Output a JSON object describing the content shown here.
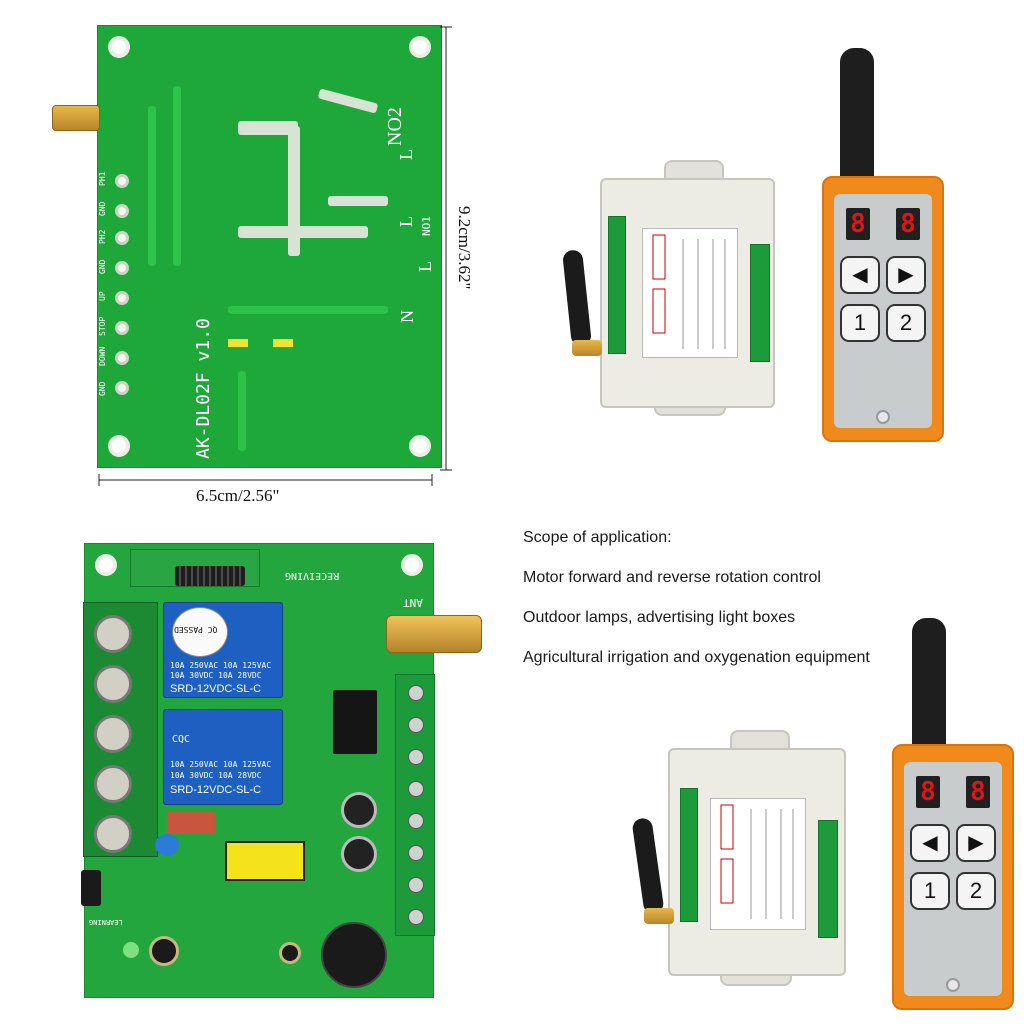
{
  "top_board": {
    "model": "AK-DL02F v1.0",
    "relay_labels": [
      "NO2",
      "NO1"
    ],
    "side_labels": [
      "L",
      "L",
      "L",
      "N"
    ],
    "pin_labels": [
      "PH1",
      "GND",
      "PH2",
      "GND",
      "UP",
      "STOP",
      "DOWN",
      "GND"
    ]
  },
  "dimensions": {
    "width": "6.5cm/2.56\"",
    "height": "9.2cm/3.62\""
  },
  "remote_top": {
    "display": [
      "8",
      "8"
    ],
    "buttons": [
      "◀",
      "▶",
      "1",
      "2"
    ]
  },
  "remote_bottom": {
    "display": [
      "8",
      "8"
    ],
    "buttons": [
      "◀",
      "▶",
      "1",
      "2"
    ]
  },
  "bottom_board": {
    "top_label": "RECEIVING",
    "ant_label": "ANT",
    "learning_label": "LEARNING",
    "relay1": {
      "text1": "QC PASSED",
      "text2": "10A 250VAC  10A 125VAC",
      "text3": "10A 30VDC  10A 28VDC",
      "model": "SRD-12VDC-SL-C"
    },
    "relay2": {
      "text1": "10A 250VAC  10A 125VAC",
      "text2": "10A 30VDC  10A 28VDC",
      "model": "SRD-12VDC-SL-C"
    }
  },
  "scope": {
    "heading": "Scope of application:",
    "items": [
      "Motor forward and reverse rotation control",
      "Outdoor lamps, advertising light boxes",
      "Agricultural irrigation and oxygenation equipment"
    ]
  },
  "colors": {
    "pcb_green": "#1fa83a",
    "remote_orange": "#f08a1c",
    "relay_blue": "#1e5fc2",
    "display_red": "#e01414"
  }
}
